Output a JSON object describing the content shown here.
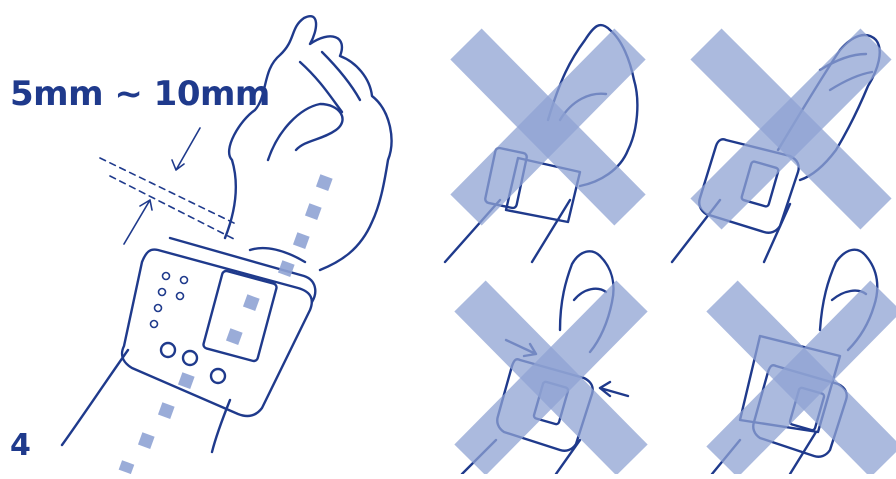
{
  "figure": {
    "measurement_label": "5mm ~ 10mm",
    "page_number": "4"
  },
  "colors": {
    "ink": "#1f3a8c",
    "cross": "#8fa3d4"
  },
  "panels": [
    {
      "name": "correct-position",
      "marked_wrong": false
    },
    {
      "name": "wrong-cuff-position",
      "marked_wrong": true
    },
    {
      "name": "wrong-hand-position",
      "marked_wrong": true
    },
    {
      "name": "wrong-cuff-tightness",
      "marked_wrong": true
    },
    {
      "name": "wrong-over-clothing",
      "marked_wrong": true
    }
  ]
}
